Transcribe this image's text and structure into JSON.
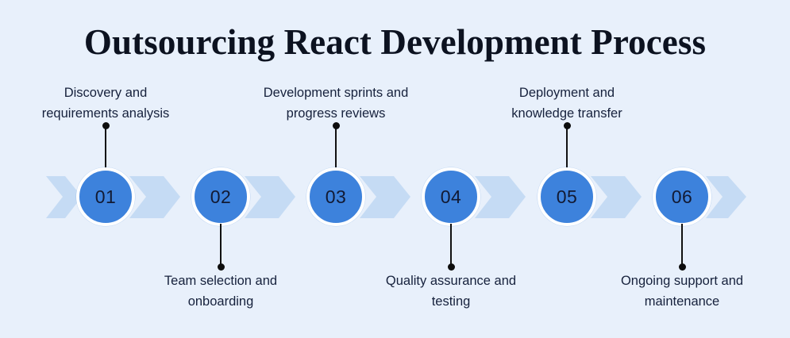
{
  "title": "Outsourcing React Development Process",
  "colors": {
    "background": "#e8f0fb",
    "chevron": "#c5dbf4",
    "node_fill": "#3d82dc",
    "node_ring": "#ffffff",
    "text_dark": "#16213c",
    "connector": "#0d0d0d"
  },
  "steps": [
    {
      "number": "01",
      "label_line1": "Discovery and",
      "label_line2": "requirements analysis",
      "position": "above"
    },
    {
      "number": "02",
      "label_line1": "Team selection and",
      "label_line2": "onboarding",
      "position": "below"
    },
    {
      "number": "03",
      "label_line1": "Development sprints and",
      "label_line2": "progress reviews",
      "position": "above"
    },
    {
      "number": "04",
      "label_line1": "Quality assurance and",
      "label_line2": "testing",
      "position": "below"
    },
    {
      "number": "05",
      "label_line1": "Deployment and",
      "label_line2": "knowledge transfer",
      "position": "above"
    },
    {
      "number": "06",
      "label_line1": "Ongoing support and",
      "label_line2": "maintenance",
      "position": "below"
    }
  ]
}
